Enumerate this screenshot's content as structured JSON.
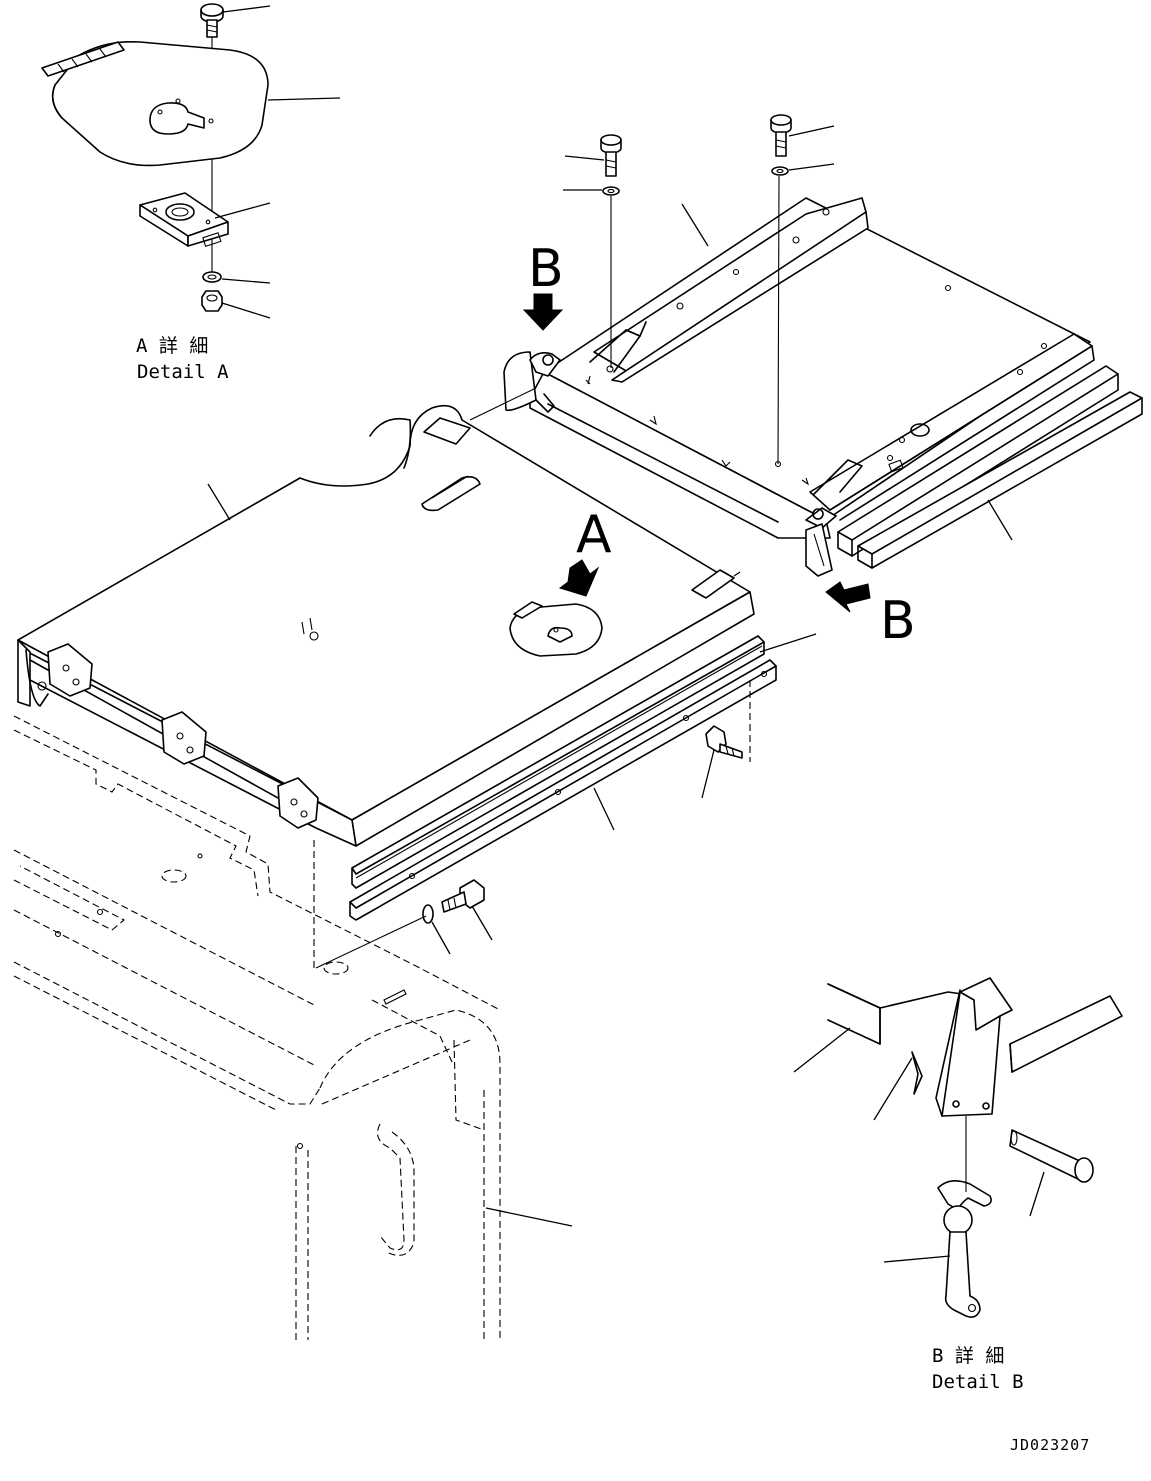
{
  "detail_a": {
    "title_ja": "A 詳 細",
    "title_en": "Detail A"
  },
  "detail_b": {
    "title_ja": "B 詳 細",
    "title_en": "Detail B"
  },
  "callouts": {
    "a": "A",
    "b_top": "B",
    "b_right": "B"
  },
  "drawing_code": "JD023207"
}
